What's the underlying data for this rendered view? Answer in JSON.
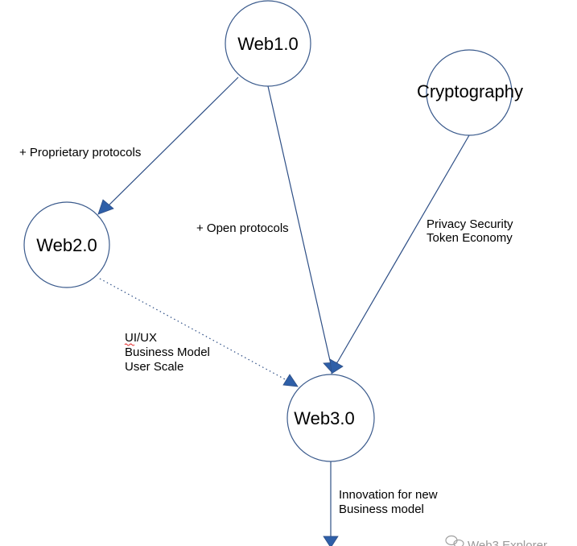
{
  "nodes": {
    "web1": {
      "label": "Web1.0"
    },
    "web2": {
      "label": "Web2.0"
    },
    "web3": {
      "label": "Web3.0"
    },
    "crypto": {
      "label": "Cryptography"
    }
  },
  "edge_labels": {
    "proprietary": "+ Proprietary protocols",
    "open": "+ Open protocols",
    "privacy_line1": "Privacy Security",
    "privacy_line2": "Token Economy",
    "uiux_line1": "UI/UX",
    "uiux_line2": "Business Model",
    "uiux_line3": "User Scale",
    "innovation_line1": "Innovation for new",
    "innovation_line2": "Business model"
  },
  "watermark": {
    "text": "Web3 Explorer",
    "icon": "wechat-icon"
  },
  "colors": {
    "edge": "#2e4f86",
    "arrowhead": "#2e5fa8",
    "node_border": "#3a5a8c"
  }
}
